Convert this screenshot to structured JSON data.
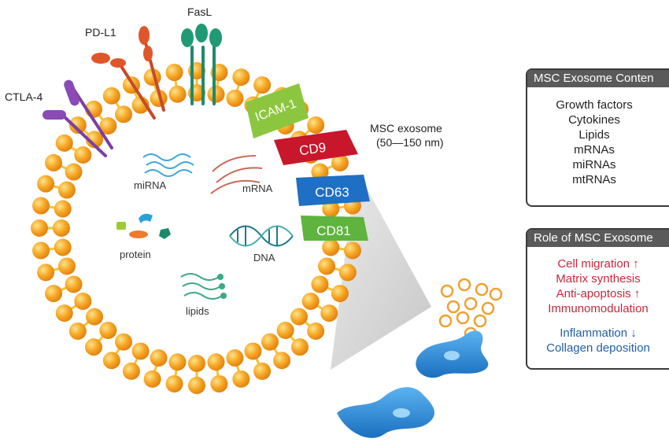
{
  "receptors": {
    "ctla4": "CTLA-4",
    "pdl1": "PD-L1",
    "fasl": "FasL"
  },
  "markers": [
    "ICAM-1",
    "CD9",
    "CD63",
    "CD81"
  ],
  "exosome_label": {
    "line1": "MSC exosome",
    "line2": "(50—150 nm)"
  },
  "cargo": {
    "mirna": "miRNA",
    "mrna": "mRNA",
    "protein": "protein",
    "dna": "DNA",
    "lipids": "lipids"
  },
  "contents_panel": {
    "title": "MSC Exosome Conten",
    "items": [
      "Growth factors",
      "Cytokines",
      "Lipids",
      "mRNAs",
      "miRNAs",
      "mtRNAs"
    ]
  },
  "role_panel": {
    "title": "Role of MSC Exosome",
    "up_items": [
      "Cell migration ↑",
      "Matrix synthesis",
      "Anti-apoptosis ↑",
      "Immunomodulation"
    ],
    "down_items": [
      "Inflammation ↓",
      "Collagen deposition"
    ]
  },
  "colors": {
    "lipid_head": "#f4a21c",
    "lipid_tail": "#f5c233",
    "icam1": "#86c440",
    "cd9": "#c8162b",
    "cd63": "#1f6fc4",
    "cd81": "#5fb33f",
    "cell": "#2f8fe0",
    "up_text": "#c8283c",
    "down_text": "#1f5fa8"
  }
}
